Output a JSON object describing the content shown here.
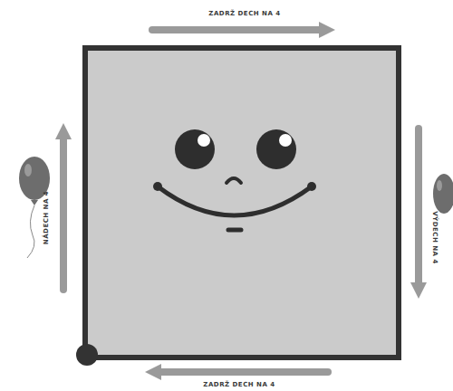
{
  "diagram": {
    "labels": [
      "ZADRŽ DECH NA 4",
      "VÝDECH NA 4",
      "ZADRŽ DECH NA 4",
      "NÁDECH NA 4"
    ]
  }
}
